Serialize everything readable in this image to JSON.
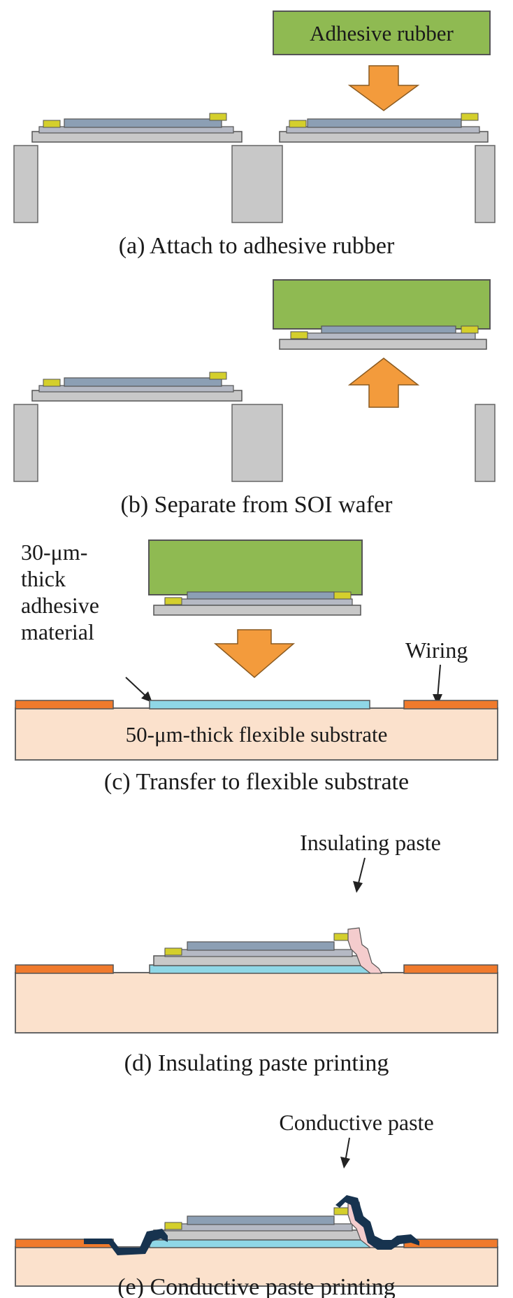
{
  "steps": {
    "a": {
      "caption": "(a) Attach to adhesive rubber",
      "rubber_label": "Adhesive rubber"
    },
    "b": {
      "caption": "(b) Separate from SOI wafer"
    },
    "c": {
      "caption": "(c) Transfer to flexible substrate",
      "adhesive_label_lines": [
        "30-μm-",
        "thick",
        "adhesive",
        "material"
      ],
      "wiring_label": "Wiring",
      "substrate_label": "50-μm-thick flexible substrate"
    },
    "d": {
      "caption": "(d) Insulating paste printing",
      "paste_label": "Insulating paste"
    },
    "e": {
      "caption": "(e) Conductive paste printing",
      "paste_label": "Conductive paste"
    }
  },
  "colors": {
    "rubber": "#8fba52",
    "arrow": "#f39b3c",
    "wafer": "#c8c8c8",
    "membrane_blue": "#8c9fb4",
    "pad_yellow": "#d4cf2c",
    "wiring": "#f07a2c",
    "adhesive": "#8fd7e6",
    "substrate": "#fbe1cc",
    "insulating_paste": "#f4cccd",
    "conductive_paste": "#17334f"
  }
}
